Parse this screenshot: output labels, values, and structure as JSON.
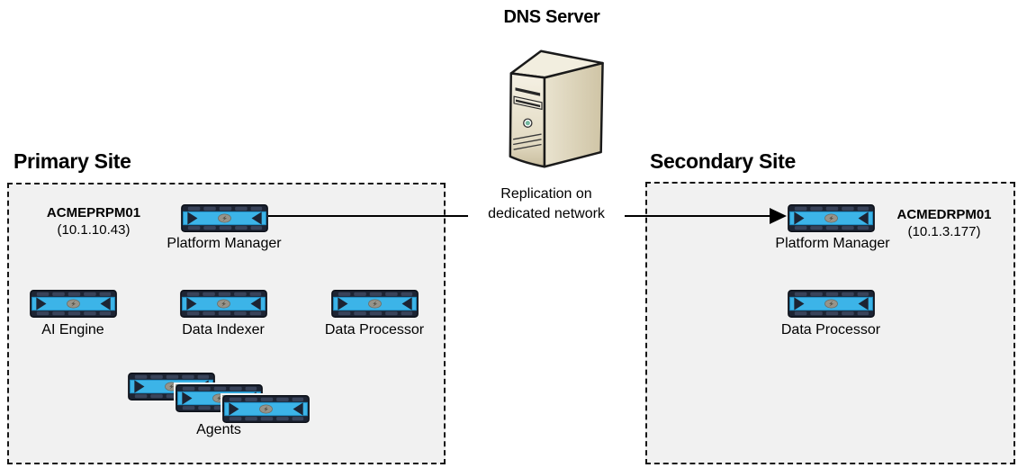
{
  "dns": {
    "label": "DNS Server"
  },
  "replication": {
    "line1": "Replication on",
    "line2": "dedicated network"
  },
  "primary": {
    "title": "Primary Site",
    "host": {
      "name": "ACMEPRPM01",
      "ip": "(10.1.10.43)"
    },
    "nodes": {
      "platform_manager": "Platform Manager",
      "ai_engine": "AI Engine",
      "data_indexer": "Data Indexer",
      "data_processor": "Data Processor",
      "agents": "Agents"
    }
  },
  "secondary": {
    "title": "Secondary Site",
    "host": {
      "name": "ACMEDRPM01",
      "ip": "(10.1.3.177)"
    },
    "nodes": {
      "platform_manager": "Platform Manager",
      "data_processor": "Data Processor"
    }
  },
  "icons": {
    "appliance": "appliance-icon",
    "dns_server": "tower-server-icon",
    "arrow": "arrow-right-icon"
  },
  "colors": {
    "appliance_blue": "#3cb4e8",
    "appliance_dark": "#1d2433",
    "site_box_bg": "#f1f1f1",
    "server_beige": "#d6cdb2",
    "line": "#000000"
  }
}
